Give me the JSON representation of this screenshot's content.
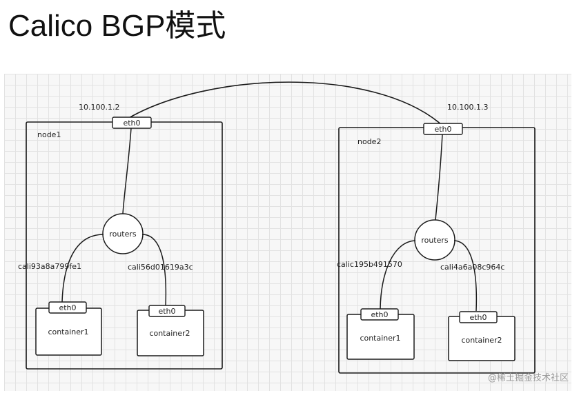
{
  "title": "Calico BGP模式",
  "nodes": [
    {
      "label": "node1",
      "ip": "10.100.1.2",
      "eth0": "eth0",
      "router": "routers",
      "links": [
        "cali93a8a799fe1",
        "cali56d01619a3c"
      ],
      "containers": [
        {
          "label": "container1",
          "eth0": "eth0"
        },
        {
          "label": "container2",
          "eth0": "eth0"
        }
      ]
    },
    {
      "label": "node2",
      "ip": "10.100.1.3",
      "eth0": "eth0",
      "router": "routers",
      "links": [
        "calic195b491570",
        "cali4a6a08c964c"
      ],
      "containers": [
        {
          "label": "container1",
          "eth0": "eth0"
        },
        {
          "label": "container2",
          "eth0": "eth0"
        }
      ]
    }
  ],
  "watermark": "@稀土掘金技术社区"
}
